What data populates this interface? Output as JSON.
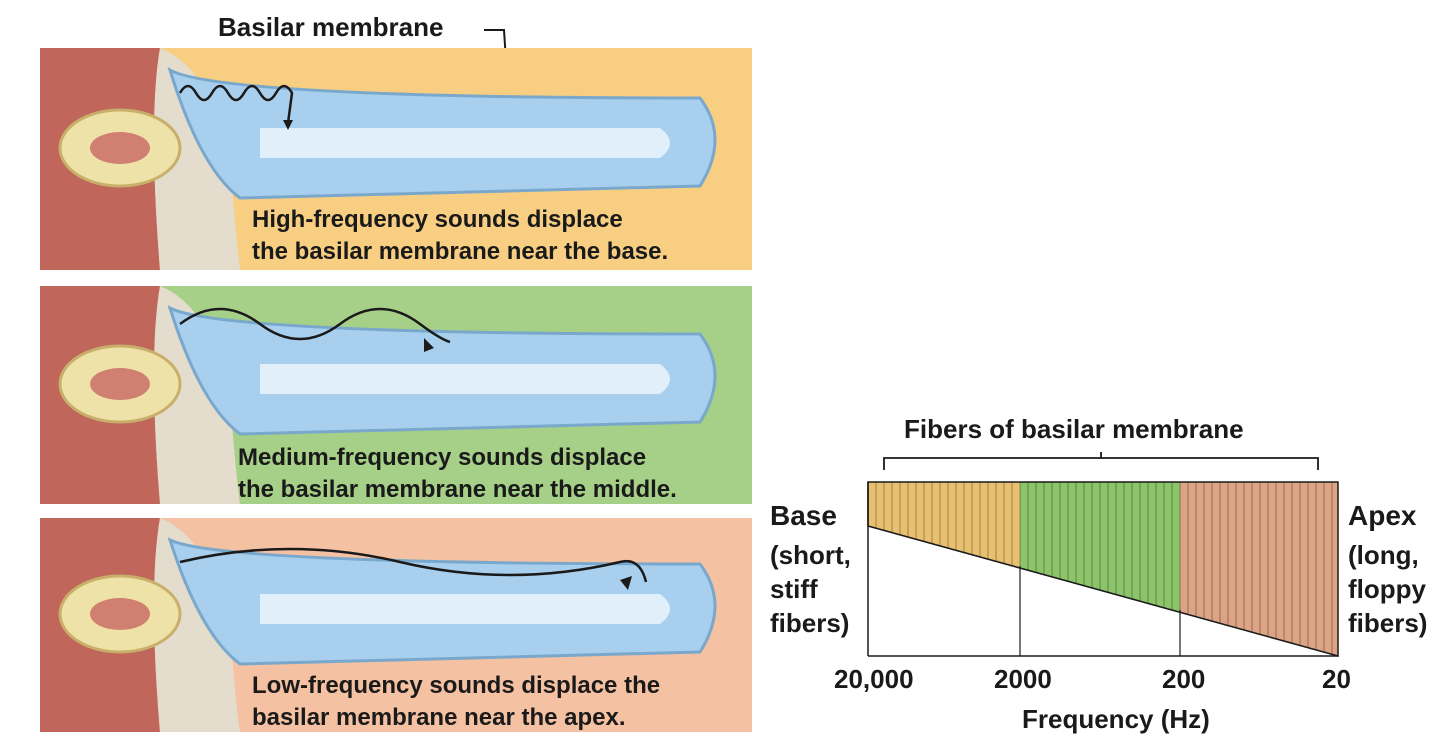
{
  "diagram": {
    "basilar_label": "Basilar membrane",
    "panels": [
      {
        "caption_line1": "High-frequency sounds displace",
        "caption_line2": "the basilar membrane near the base.",
        "color": "#f8cf82"
      },
      {
        "caption_line1": "Medium-frequency sounds displace",
        "caption_line2": "the basilar membrane near the middle.",
        "color": "#a6cf87"
      },
      {
        "caption_line1": "Low-frequency sounds displace the",
        "caption_line2": "basilar membrane near the apex.",
        "color": "#f4c1a2"
      }
    ]
  },
  "chart": {
    "title": "Fibers of basilar membrane",
    "base_label": "Base",
    "base_desc": [
      "(short,",
      "stiff",
      "fibers)"
    ],
    "apex_label": "Apex",
    "apex_desc": [
      "(long,",
      "floppy",
      "fibers)"
    ],
    "ticks": [
      "20,000",
      "2000",
      "200",
      "20"
    ],
    "xlabel": "Frequency (Hz)",
    "colors": {
      "base_region": "#e8c070",
      "middle_region": "#8cc46a",
      "apex_region": "#dca384"
    }
  }
}
